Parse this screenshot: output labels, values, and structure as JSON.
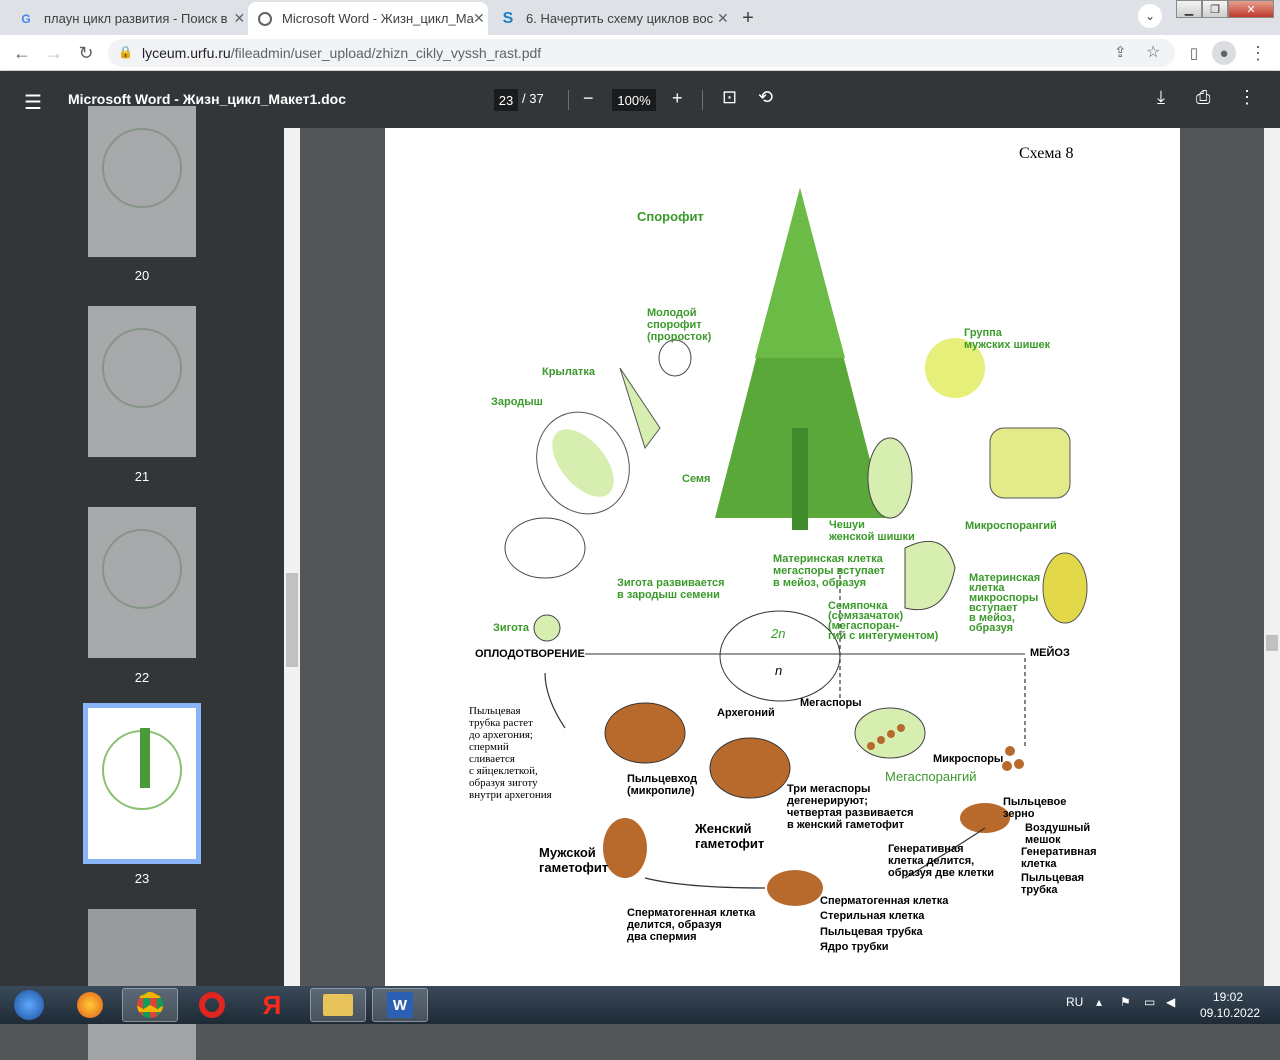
{
  "browser": {
    "tabs": [
      {
        "title": "плаун цикл развития - Поиск в",
        "favicon": "google-icon",
        "active": false
      },
      {
        "title": "Microsoft Word - Жизн_цикл_Ма",
        "favicon": "globe-icon",
        "active": true
      },
      {
        "title": "6. Начертить схему циклов вос",
        "favicon": "s-icon",
        "active": false
      }
    ],
    "url_host": "lyceum.urfu.ru",
    "url_path": "/fileadmin/user_upload/zhizn_cikly_vyssh_rast.pdf"
  },
  "pdf": {
    "title": "Microsoft Word - Жизн_цикл_Макет1.doc",
    "current_page": "23",
    "total_pages": "/ 37",
    "zoom": "100%"
  },
  "thumbnails": [
    {
      "label": "20"
    },
    {
      "label": "21"
    },
    {
      "label": "22"
    },
    {
      "label": "23"
    }
  ],
  "scheme": {
    "title": "Схема 8",
    "labels": {
      "sporophyte": "Спорофит",
      "young_sporophyte": "Молодой\nспорофит\n(проросток)",
      "wing": "Крылатка",
      "embryo": "Зародыш",
      "seed": "Семя",
      "male_cones": "Группа\nмужских шишек",
      "female_scales": "Чешуи\nженской шишки",
      "microsporangium": "Микроспорангий",
      "megaspore_mother": "Материнская клетка\nмегаспоры вступает\nв мейоз, образуя",
      "microspore_mother": "Материнская\nклетка\nмикроспоры\nвступает\nв мейоз,\nобразуя",
      "zygote_develops": "Зигота развивается\nв зародыш семени",
      "zygote": "Зигота",
      "ovule": "Семяпочка\n(семязачаток)\n(мегаспоран-\nгий с интегументом)",
      "fertilization": "ОПЛОДОТВОРЕНИЕ",
      "meiosis": "МЕЙОЗ",
      "ploidy_2n": "2n",
      "ploidy_n": "n",
      "pollen_tube_text": "Пыльцевая\nтрубка растет\nдо архегония;\nспермий\nсливается\nс яйцеклеткой,\nобразуя зиготу\nвнутри архегония",
      "archegonium": "Архегоний",
      "megaspores": "Мегаспоры",
      "microspores": "Микроспоры",
      "megasporangium": "Мегаспорангий",
      "micropyle": "Пыльцевход\n(микропиле)",
      "three_megaspores": "Три мегаспоры\nдегенерируют;\nчетвертая развивается\nв женский гаметофит",
      "female_gametophyte": "Женский\nгаметофит",
      "male_gametophyte": "Мужской\nгаметофит",
      "pollen_grain": "Пыльцевое\nзерно",
      "air_sac": "Воздушный\nмешок",
      "generative_cell": "Генеративная\nклетка",
      "pollen_tube": "Пыльцевая\nтрубка",
      "generative_divides": "Генеративная\nклетка делится,\nобразуя две клетки",
      "spermatogenous_divides": "Сперматогенная клетка\nделится, образуя\nдва спермия",
      "spermatogenous_cell": "Сперматогенная клетка",
      "sterile_cell": "Стерильная клетка",
      "pollen_tube2": "Пыльцевая трубка",
      "tube_nucleus": "Ядро трубки"
    }
  },
  "taskbar": {
    "lang": "RU",
    "time": "19:02",
    "date": "09.10.2022"
  },
  "colors": {
    "green_label": "#3a9a2a",
    "tissue": "#d6efb0",
    "gametophyte_brown": "#b86a2c"
  }
}
